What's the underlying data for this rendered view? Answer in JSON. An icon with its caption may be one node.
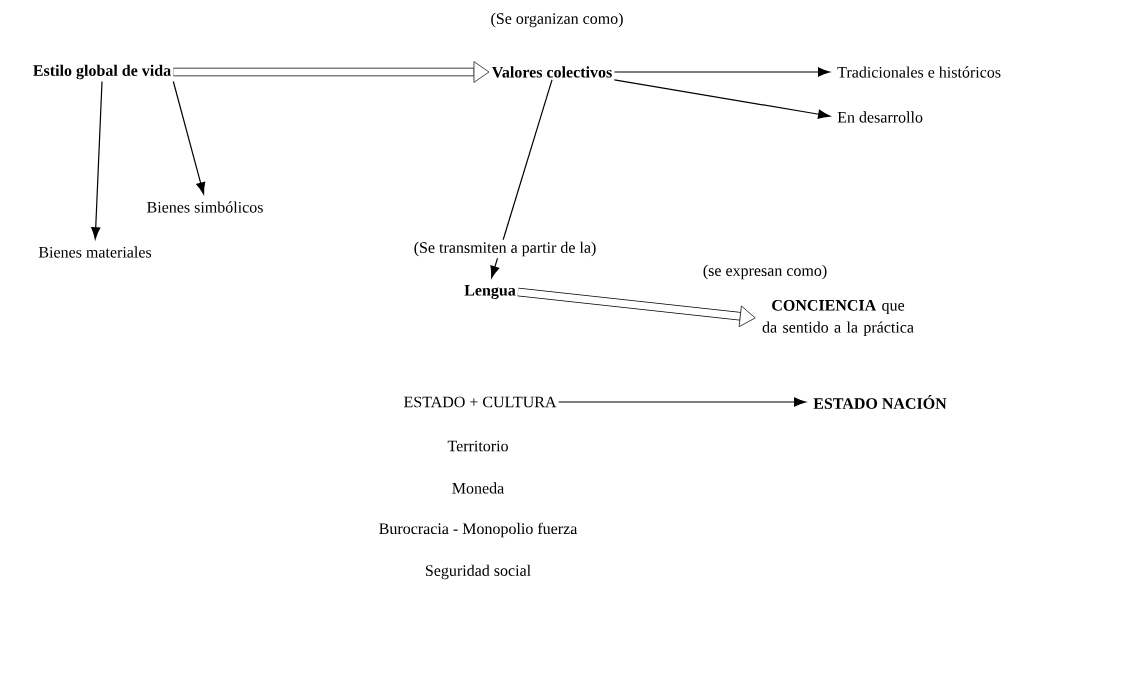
{
  "diagram": {
    "nodes": [
      {
        "text": [
          "Estilo global de vida"
        ]
      },
      {
        "text": [
          "Valores colectivos"
        ]
      },
      {
        "text": [
          "Tradicionales e históricos"
        ]
      },
      {
        "text": [
          "En desarrollo"
        ]
      },
      {
        "text": [
          "Bienes simbólicos"
        ]
      },
      {
        "text": [
          "Bienes materiales"
        ]
      },
      {
        "text": [
          "Lengua"
        ]
      },
      {
        "text": [
          "**CONCIENCIA** que da sentido a la práctica"
        ]
      },
      {
        "text": [
          "ESTADO + CULTURA"
        ]
      },
      {
        "text": [
          "ESTADO NACIÓN"
        ]
      }
    ],
    "edges": [
      {
        "from": 0,
        "to": 1,
        "arrow": "to",
        "style": "thick"
      },
      {
        "from": 0,
        "to": 5,
        "arrow": "to"
      },
      {
        "from": 0,
        "to": 4,
        "arrow": "to"
      },
      {
        "from": 1,
        "to": 2,
        "arrow": "to"
      },
      {
        "from": 1,
        "to": 3,
        "arrow": "to"
      },
      {
        "from": 1,
        "to": 6,
        "arrow": "to",
        "label": "(Se transmiten a partir de  la)"
      },
      {
        "from": 6,
        "to": 7,
        "arrow": "to",
        "style": "thick"
      },
      {
        "from": 8,
        "to": 9,
        "arrow": "to"
      }
    ],
    "labels": [
      "(Se organizan como)",
      "(se expresan como)",
      "Territorio",
      "Moneda",
      "Burocracia - Monopolio fuerza",
      "Seguridad social"
    ]
  }
}
